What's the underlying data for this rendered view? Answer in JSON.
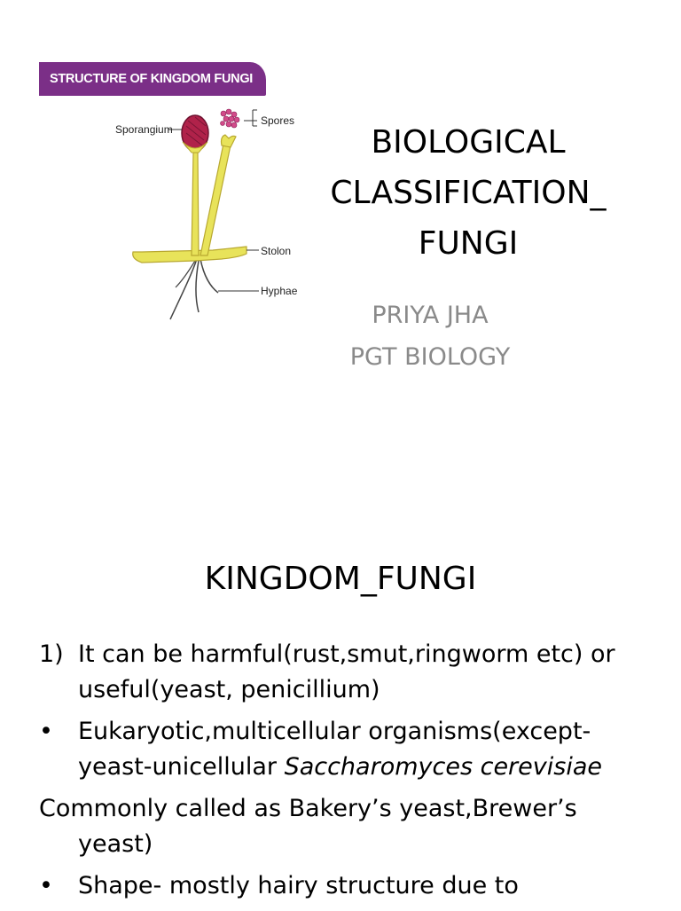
{
  "slide1": {
    "banner": "STRUCTURE OF KINGDOM FUNGI",
    "diagram_labels": {
      "sporangium": "Sporangium",
      "spores": "Spores",
      "stolon": "Stolon",
      "hyphae": "Hyphae"
    },
    "title_lines": [
      "BIOLOGICAL",
      "CLASSIFICATION_",
      "FUNGI"
    ],
    "subtitle_lines": [
      "PRIYA JHA",
      "PGT BIOLOGY"
    ]
  },
  "slide2": {
    "heading": "KINGDOM_FUNGI",
    "item1_marker": "1)",
    "item1_text": "It can be harmful(rust,smut,ringworm etc) or useful(yeast, penicillium)",
    "item2_marker": "•",
    "item2_text": "Eukaryotic,multicellular organisms(except-yeast-unicellular ",
    "item2_italic": "Saccharomyces cerevisiae",
    "plain_text": "Commonly called as Bakery’s yeast,Brewer’s yeast)",
    "item3_marker": "•",
    "item3_text": "Shape- mostly hairy structure due to"
  },
  "colors": {
    "banner": "#7b2f87",
    "subtitle": "#8a8a8a",
    "stalk": "#e8e35a",
    "sporangium": "#b0224a"
  }
}
